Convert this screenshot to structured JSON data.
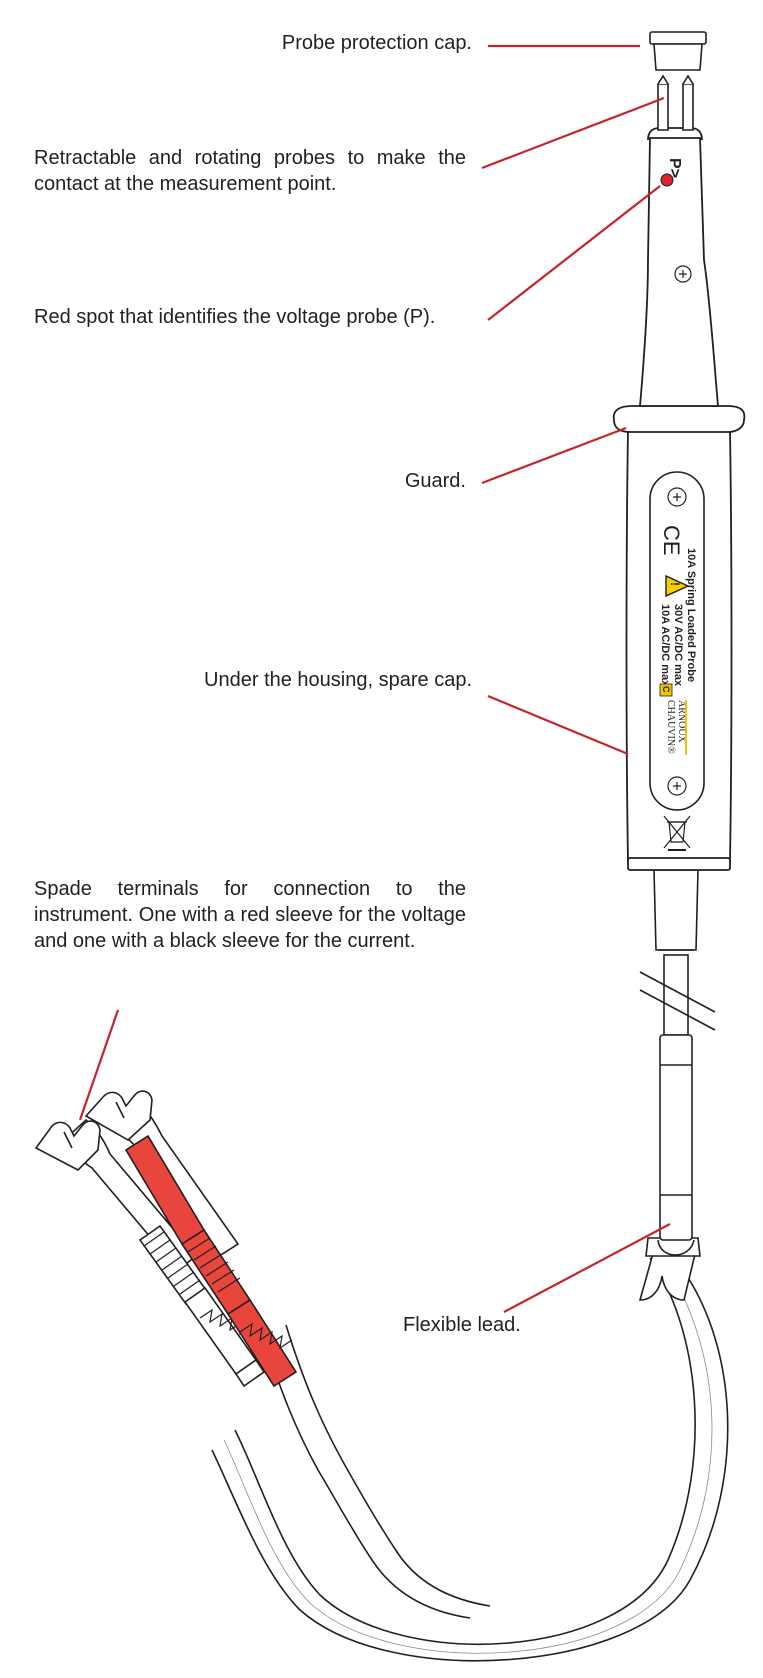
{
  "callouts": {
    "protection_cap": "Probe protection cap.",
    "probes": "Retractable and rotating probes to make the contact at the measurement point.",
    "red_spot": "Red spot that identifies the voltage probe (P).",
    "guard": "Guard.",
    "spare_cap": "Under the housing, spare cap.",
    "spade_terminals": "Spade terminals for connection to the instrument. One with a red sleeve for the voltage and one with a black sleeve for the current.",
    "flexible_lead": "Flexible lead."
  },
  "device_markings": {
    "probe_letters": "P>",
    "ce_mark": "CE",
    "spec_line_1": "10A AC/DC max",
    "spec_line_2": "30V AC/DC max",
    "spec_line_3": "10A Spring Loaded Probe",
    "brand_line_1": "CHAUVIN®",
    "brand_line_2": "ARNOUX"
  },
  "colors": {
    "leader_line": "#c4242b",
    "red_spot": "#d7262e",
    "red_sleeve": "#e8453c",
    "outline": "#231f20",
    "warning_yellow": "#f4d000",
    "brand_yellow": "#f2c400"
  }
}
